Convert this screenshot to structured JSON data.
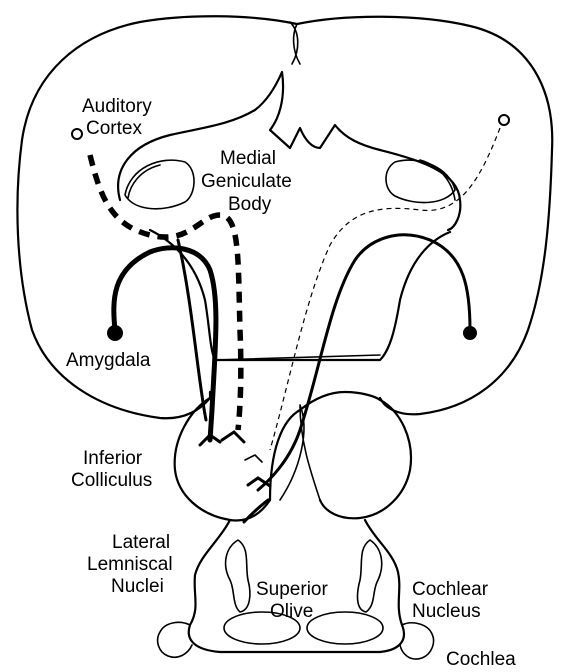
{
  "labels": {
    "auditory_cortex_1": "Auditory",
    "auditory_cortex_2": "Cortex",
    "mgb_1": "Medial",
    "mgb_2": "Geniculate",
    "mgb_3": "Body",
    "amygdala": "Amygdala",
    "ic_1": "Inferior",
    "ic_2": "Colliculus",
    "lln_1": "Lateral",
    "lln_2": "Lemniscal",
    "lln_3": "Nuclei",
    "so_1": "Superior",
    "so_2": "Olive",
    "cn_1": "Cochlear",
    "cn_2": "Nucleus",
    "cochlea": "Cochlea"
  }
}
